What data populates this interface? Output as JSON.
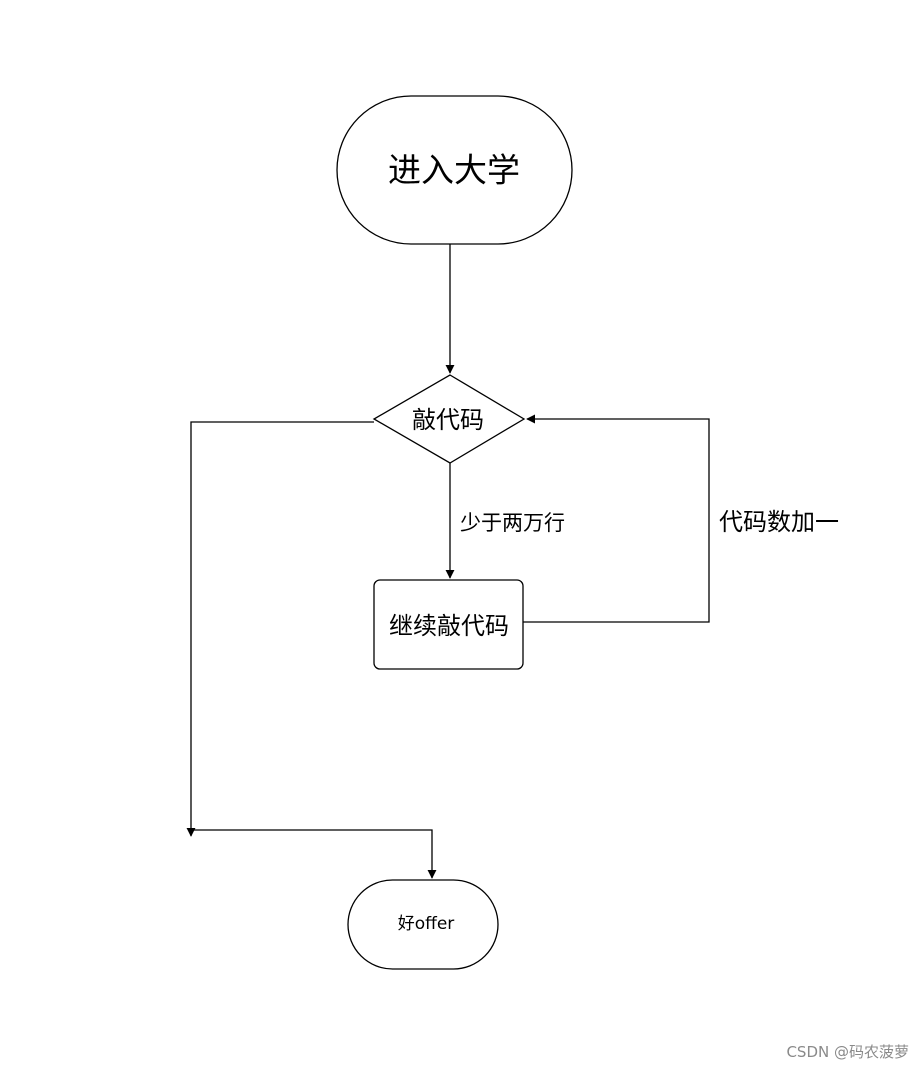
{
  "nodes": {
    "start": {
      "label": "进入大学",
      "shape": "terminator"
    },
    "decision": {
      "label": "敲代码",
      "shape": "decision"
    },
    "process": {
      "label": "继续敲代码",
      "shape": "process"
    },
    "end": {
      "label": "好offer",
      "shape": "terminator"
    }
  },
  "edges": {
    "start_to_decision": {
      "label": ""
    },
    "decision_to_process": {
      "label": "少于两万行"
    },
    "process_loop_back": {
      "label": "代码数加一"
    },
    "decision_to_end": {
      "label": ""
    }
  },
  "watermark": "CSDN @码农菠萝",
  "colors": {
    "stroke": "#000000",
    "fill": "#ffffff",
    "watermark": "#8a8a8a"
  }
}
